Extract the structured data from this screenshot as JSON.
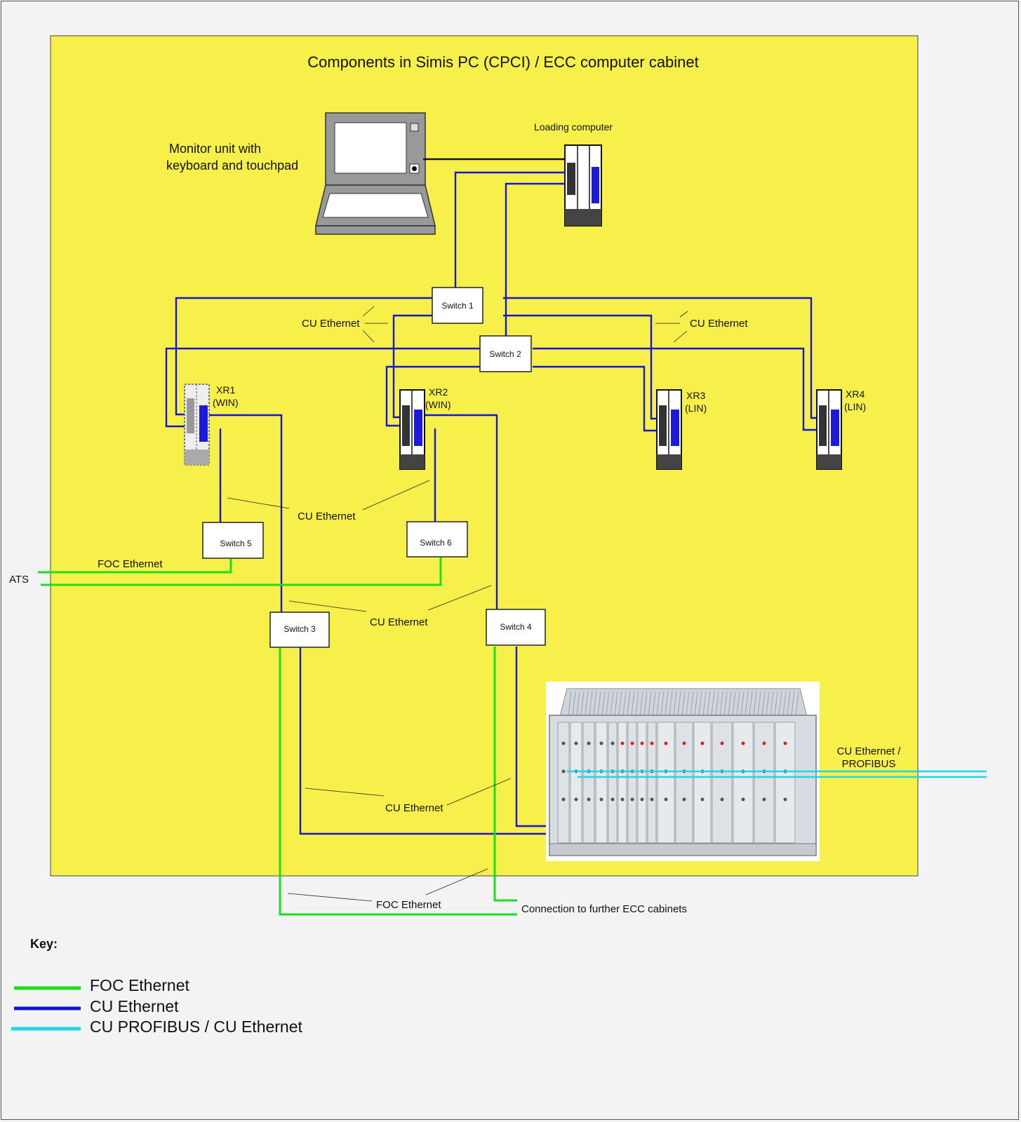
{
  "title": "Components in Simis PC (CPCI) / ECC computer cabinet",
  "labels": {
    "monitor_line1": "Monitor unit with",
    "monitor_line2": "keyboard and touchpad",
    "loading_computer": "Loading computer",
    "cu_ethernet": "CU Ethernet",
    "foc_ethernet": "FOC Ethernet",
    "ats": "ATS",
    "cu_ethernet_profibus_line1": "CU Ethernet /",
    "cu_ethernet_profibus_line2": "PROFIBUS",
    "further_cabinets": "Connection to further ECC cabinets"
  },
  "switches": [
    "Switch 1",
    "Switch 2",
    "Switch 3",
    "Switch 4",
    "Switch 5",
    "Switch 6"
  ],
  "servers": [
    {
      "name": "XR1",
      "os": "(WIN)"
    },
    {
      "name": "XR2",
      "os": "(WIN)"
    },
    {
      "name": "XR3",
      "os": "(LIN)"
    },
    {
      "name": "XR4",
      "os": "(LIN)"
    }
  ],
  "key": {
    "title": "Key:",
    "items": [
      {
        "label": "FOC Ethernet",
        "color": "#19e019"
      },
      {
        "label": "CU Ethernet",
        "color": "#1414d2"
      },
      {
        "label": "CU PROFIBUS / CU Ethernet",
        "color": "#1ad8e6"
      }
    ]
  },
  "colors": {
    "cabinet_background": "#f7f04a",
    "foc_ethernet": "#19e019",
    "cu_ethernet": "#1414d2",
    "profibus": "#1ad8e6"
  }
}
